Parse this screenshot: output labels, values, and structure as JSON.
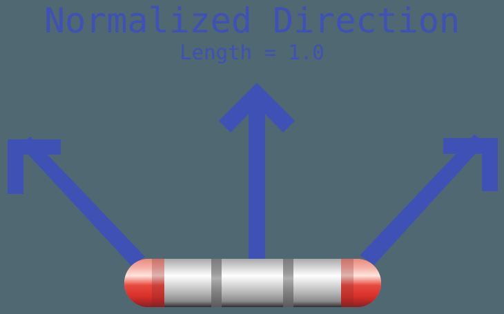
{
  "title": "Normalized Direction",
  "subtitle": "Length = 1.0",
  "colors": {
    "background": "#4f6872",
    "arrow": "#3f51b5",
    "text": "#3f51b5",
    "cap_red": "#d9302a",
    "body_silver": "#d6d6d6"
  },
  "diagram": {
    "arrows": [
      {
        "name": "left-diagonal",
        "direction": "up-left"
      },
      {
        "name": "vertical",
        "direction": "up"
      },
      {
        "name": "right-diagonal",
        "direction": "up-right"
      }
    ],
    "origin_object": "capsule"
  }
}
